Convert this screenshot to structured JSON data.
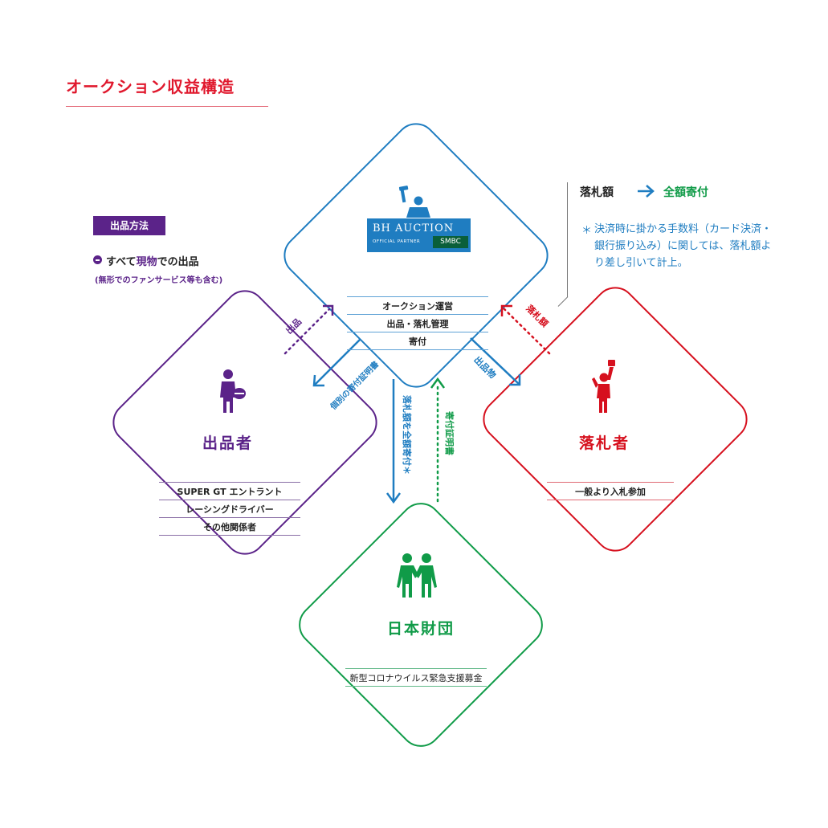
{
  "title": "オークション収益構造",
  "colors": {
    "blue": "#1f7dc1",
    "purple": "#5b2389",
    "red": "#d6101e",
    "green": "#109b48"
  },
  "center": {
    "logo_main": "BH AUCTION",
    "logo_sub": "OFFICIAL PARTNER",
    "logo_partner": "SMBC",
    "rows": [
      "オークション運営",
      "出品・落札管理",
      "寄付"
    ]
  },
  "left": {
    "name": "出品者",
    "rows": [
      "SUPER GT エントラント",
      "レーシングドライバー",
      "その他関係者"
    ]
  },
  "right": {
    "name": "落札者",
    "rows": [
      "一般より入札参加"
    ]
  },
  "bottom": {
    "name": "日本財団",
    "rows": [
      "新型コロナウイルス緊急支援募金"
    ]
  },
  "info": {
    "amount": "落札額",
    "donation": "全額寄付",
    "note_star": "＊",
    "note": "決済時に掛かる手数料（カード決済・銀行振り込み）に関しては、落札額より差し引いて計上。"
  },
  "method": {
    "badge": "出品方法",
    "line_pre": "すべて",
    "line_hl": "現物",
    "line_post": "での出品",
    "sub": "(無形でのファンサービス等も含む)"
  },
  "arrows": {
    "shuppin": "出品",
    "cert_individual": "個別の寄付証明書",
    "shuppinbutsu": "出品物",
    "rakusatsugaku": "落札額",
    "donate_all": "落札額を全額寄付＊",
    "cert": "寄付証明書"
  },
  "icons": [
    "auctioneer-icon",
    "gavel-icon",
    "donor-person-icon",
    "bidder-raised-hand-icon",
    "handshake-people-icon"
  ]
}
